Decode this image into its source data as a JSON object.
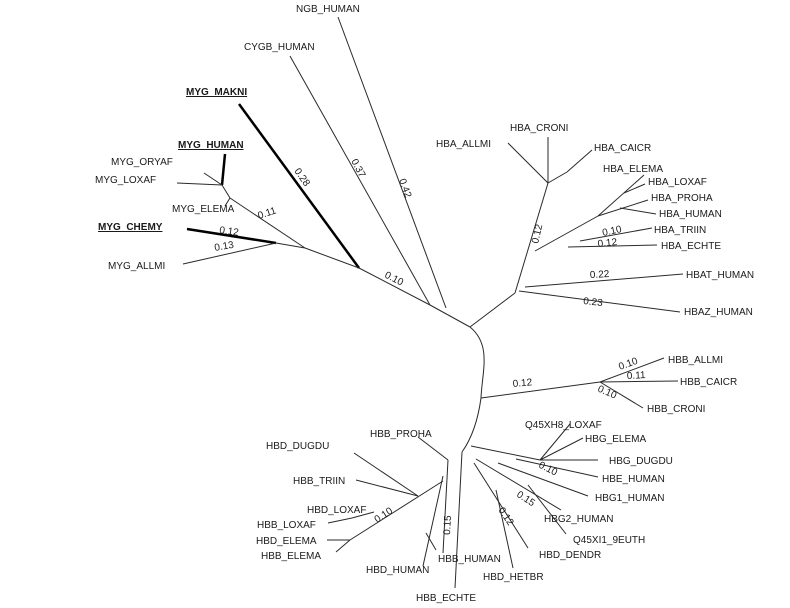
{
  "taxa": {
    "ngb_human": "NGB_HUMAN",
    "cygb_human": "CYGB_HUMAN",
    "myg_makni": "MYG_MAKNI",
    "myg_human": "MYG_HUMAN",
    "myg_oryaf": "MYG_ORYAF",
    "myg_loxaf": "MYG_LOXAF",
    "myg_elema": "MYG_ELEMA",
    "myg_chemy": "MYG_CHEMY",
    "myg_allmi": "MYG_ALLMI",
    "hba_croni": "HBA_CRONI",
    "hba_allmi": "HBA_ALLMI",
    "hba_caicr": "HBA_CAICR",
    "hba_elema": "HBA_ELEMA",
    "hba_loxaf": "HBA_LOXAF",
    "hba_proha": "HBA_PROHA",
    "hba_human": "HBA_HUMAN",
    "hba_triin": "HBA_TRIIN",
    "hba_echte": "HBA_ECHTE",
    "hbat_human": "HBAT_HUMAN",
    "hbaz_human": "HBAZ_HUMAN",
    "hbb_allmi": "HBB_ALLMI",
    "hbb_caicr": "HBB_CAICR",
    "hbb_croni": "HBB_CRONI",
    "q45xh8_loxaf": "Q45XH8_LOXAF",
    "hbg_elema": "HBG_ELEMA",
    "hbg_dugdu": "HBG_DUGDU",
    "hbe_human": "HBE_HUMAN",
    "hbg1_human": "HBG1_HUMAN",
    "hbg2_human": "HBG2_HUMAN",
    "q45xi1_9euth": "Q45XI1_9EUTH",
    "hbd_dendr": "HBD_DENDR",
    "hbd_hetbr": "HBD_HETBR",
    "hbb_human": "HBB_HUMAN",
    "hbb_echte": "HBB_ECHTE",
    "hbd_human": "HBD_HUMAN",
    "hbb_proha": "HBB_PROHA",
    "hbd_dugdu": "HBD_DUGDU",
    "hbb_triin": "HBB_TRIIN",
    "hbd_loxaf": "HBD_LOXAF",
    "hbb_loxaf": "HBB_LOXAF",
    "hbd_elema": "HBD_ELEMA",
    "hbb_elema": "HBB_ELEMA"
  },
  "highlighted_taxa": [
    "MYG_MAKNI",
    "MYG_HUMAN",
    "MYG_CHEMY"
  ],
  "branch_lengths": {
    "ngb": "0.42",
    "cygb": "0.37",
    "myg_makni": "0.28",
    "myg_clade": "0.11",
    "myg_chemy": "0.12",
    "myg_allmi": "0.13",
    "myg_stem": "0.10",
    "hba_stem": "0.12",
    "hba_triin": "0.10",
    "hba_echte": "0.12",
    "hbat": "0.22",
    "hbaz": "0.23",
    "hbb_stem": "0.12",
    "hbb_allmi": "0.10",
    "hbb_caicr": "0.11",
    "hbb_croni": "0.10",
    "hbe": "0.10",
    "hbg2": "0.15",
    "hbd_dendr": "0.12",
    "hbb_echte": "0.15",
    "hbd_loxaf": "0.10"
  }
}
